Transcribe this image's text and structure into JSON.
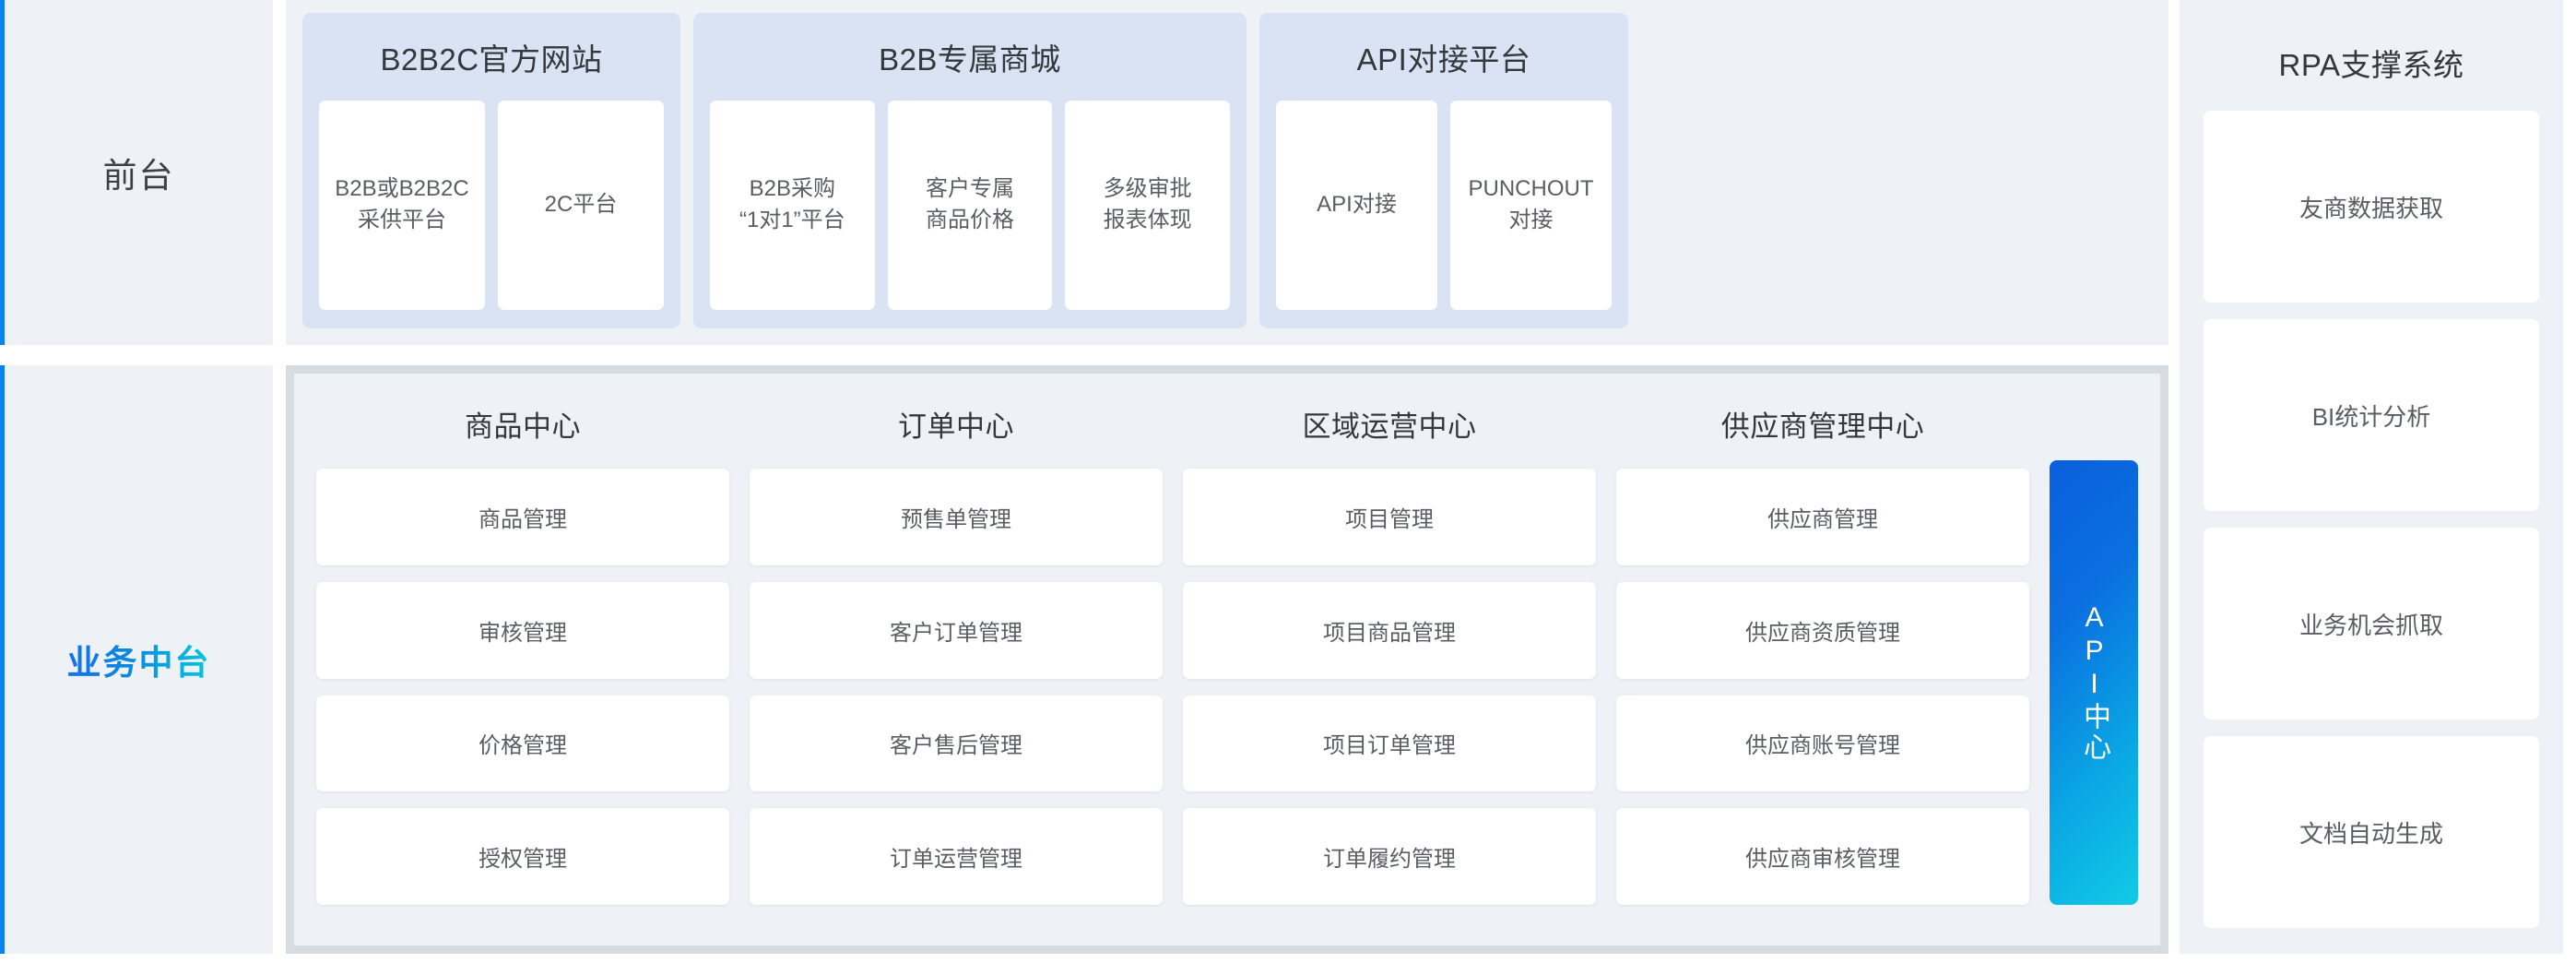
{
  "tiers": [
    {
      "label": "前台"
    },
    {
      "label": "业务中台"
    }
  ],
  "colors": {
    "accent_bar": "#0a82f2",
    "zone_background": "#eef1f6",
    "front_group_panel": "#d9e3f4",
    "mid_zone_border": "#d6dce2",
    "card_background": "#ffffff",
    "card_text": "#5a5e63",
    "title_text": "#34383d",
    "api_gradient_start": "#0a5fdc",
    "api_gradient_end": "#11cbe6",
    "mid_tier_gradient_start": "#1570ef",
    "mid_tier_gradient_end": "#06c6e0"
  },
  "front_office": {
    "groups": [
      {
        "title": "B2B2C官方网站",
        "cards": [
          {
            "label": "B2B或B2B2C\n采供平台"
          },
          {
            "label": "2C平台"
          }
        ]
      },
      {
        "title": "B2B专属商城",
        "cards": [
          {
            "label": "B2B采购\n“1对1”平台"
          },
          {
            "label": "客户专属\n商品价格"
          },
          {
            "label": "多级审批\n报表体现"
          }
        ]
      },
      {
        "title": "API对接平台",
        "cards": [
          {
            "label": "API对接"
          },
          {
            "label": "PUNCHOUT\n对接"
          }
        ]
      }
    ]
  },
  "middle_platform": {
    "columns": [
      {
        "title": "商品中心",
        "cards": [
          {
            "label": "商品管理"
          },
          {
            "label": "审核管理"
          },
          {
            "label": "价格管理"
          },
          {
            "label": "授权管理"
          }
        ]
      },
      {
        "title": "订单中心",
        "cards": [
          {
            "label": "预售单管理"
          },
          {
            "label": "客户订单管理"
          },
          {
            "label": "客户售后管理"
          },
          {
            "label": "订单运营管理"
          }
        ]
      },
      {
        "title": "区域运营中心",
        "cards": [
          {
            "label": "项目管理"
          },
          {
            "label": "项目商品管理"
          },
          {
            "label": "项目订单管理"
          },
          {
            "label": "订单履约管理"
          }
        ]
      },
      {
        "title": "供应商管理中心",
        "cards": [
          {
            "label": "供应商管理"
          },
          {
            "label": "供应商资质管理"
          },
          {
            "label": "供应商账号管理"
          },
          {
            "label": "供应商审核管理"
          }
        ]
      }
    ],
    "api_center": {
      "label": "API中心"
    }
  },
  "rpa": {
    "title": "RPA支撑系统",
    "cards": [
      {
        "label": "友商数据获取"
      },
      {
        "label": "BI统计分析"
      },
      {
        "label": "业务机会抓取"
      },
      {
        "label": "文档自动生成"
      }
    ]
  }
}
